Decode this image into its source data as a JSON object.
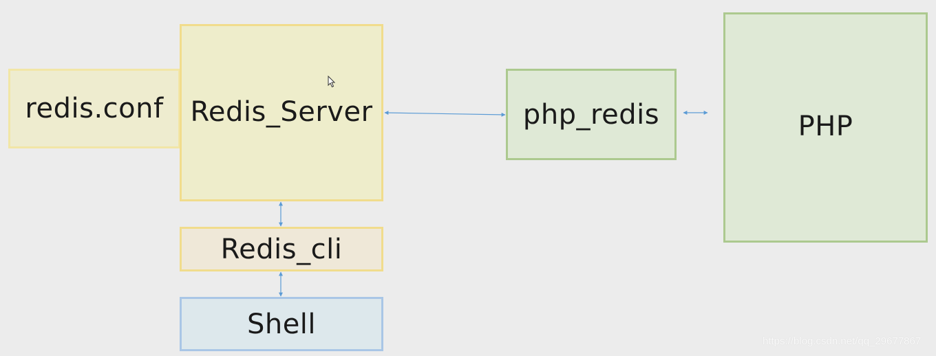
{
  "nodes": {
    "redis_conf": "redis.conf",
    "redis_server": "Redis_Server",
    "redis_cli": "Redis_cli",
    "shell": "Shell",
    "php_redis": "php_redis",
    "php": "PHP"
  },
  "connections": [
    {
      "from": "Redis_Server",
      "to": "php_redis",
      "direction": "bidirectional"
    },
    {
      "from": "php_redis",
      "to": "PHP",
      "direction": "bidirectional"
    },
    {
      "from": "Redis_Server",
      "to": "Redis_cli",
      "direction": "bidirectional"
    },
    {
      "from": "Redis_cli",
      "to": "Shell",
      "direction": "bidirectional"
    }
  ],
  "colors": {
    "yellow_fill": "#eeedcb",
    "yellow_border": "#f1dc8c",
    "green_fill": "#dfe9d6",
    "green_border": "#acc98f",
    "blue_fill": "#dde8ec",
    "blue_border": "#a9c6e6",
    "arrow": "#5b9bd5",
    "background": "#ececec"
  },
  "watermark": "https://blog.csdn.net/qq_29677867"
}
